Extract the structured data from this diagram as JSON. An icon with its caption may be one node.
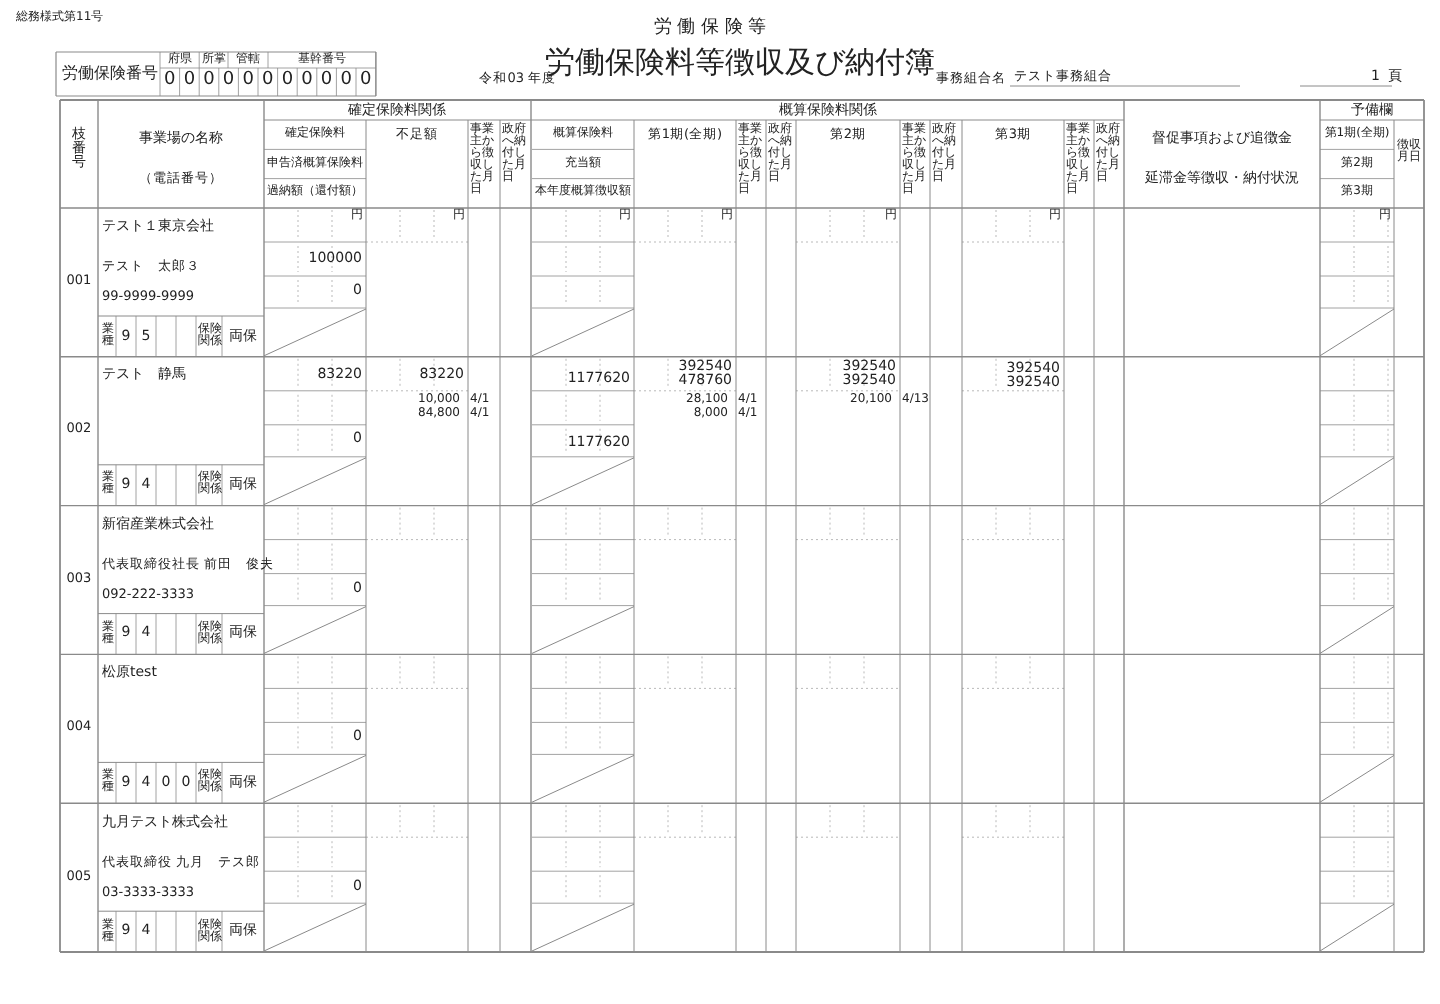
{
  "diagram": {
    "title": "労働保険料等徴収及び納付簿",
    "labels": [
      "総務様式第11号",
      "労働保険番号",
      "府県",
      "所掌",
      "管轄",
      "基幹番号",
      "0",
      "0",
      "0",
      "0",
      "0",
      "0",
      "0",
      "0",
      "0",
      "0",
      "0",
      "令和03",
      "年度",
      "労 働 保 険 等",
      "事務組合名",
      "テスト事務組合",
      "1",
      "頁",
      "枝番号",
      "事業場の名称",
      "（電話番号）",
      "確定保険料関係",
      "確定保険料",
      "申告済概算保険料",
      "過納額（還付額）",
      "不足額",
      "事業主から徴収した月日",
      "政府へ納付した月日",
      "概算保険料関係",
      "概算保険料",
      "充当額",
      "本年度概算徴収額",
      "第1期(全期)",
      "事業主から徴収した月日",
      "政府へ納付した月日",
      "第2期",
      "事業主から徴収した月日",
      "政府へ納付した月日",
      "第3期",
      "事業主から徴収した月日",
      "政府へ納付した月日",
      "督促事項および追徴金",
      "延滞金等徴収・納付状況",
      "予備欄",
      "第1期(全期)",
      "第2期",
      "第3期",
      "徴収月日",
      "円",
      "円",
      "円",
      "円",
      "円",
      "円",
      "円",
      "001",
      "テスト１東京会社",
      "テスト　太郎３",
      "99-9999-9999",
      "業種",
      "9",
      "5",
      "保険関係",
      "両保",
      "100000",
      "0",
      "002",
      "テスト　静馬",
      "業種",
      "9",
      "4",
      "保険関係",
      "両保",
      "83220",
      "83220",
      "10,000",
      "4/1",
      "84,800",
      "4/1",
      "0",
      "1177620",
      "392540",
      "478760",
      "28,100",
      "4/1",
      "8,000",
      "4/1",
      "1177620",
      "392540",
      "392540",
      "20,100",
      "4/13",
      "392540",
      "392540",
      "003",
      "新宿産業株式会社",
      "代表取締役社長 前田　俊夫",
      "092-222-3333",
      "業種",
      "9",
      "4",
      "保険関係",
      "両保",
      "0",
      "004",
      "松原test",
      "業種",
      "9",
      "4",
      "0",
      "0",
      "保険関係",
      "両保",
      "0",
      "005",
      "九月テスト株式会社",
      "代表取締役 九月　テス郎",
      "03-3333-3333",
      "業種",
      "9",
      "4",
      "保険関係",
      "両保",
      "0"
    ]
  }
}
